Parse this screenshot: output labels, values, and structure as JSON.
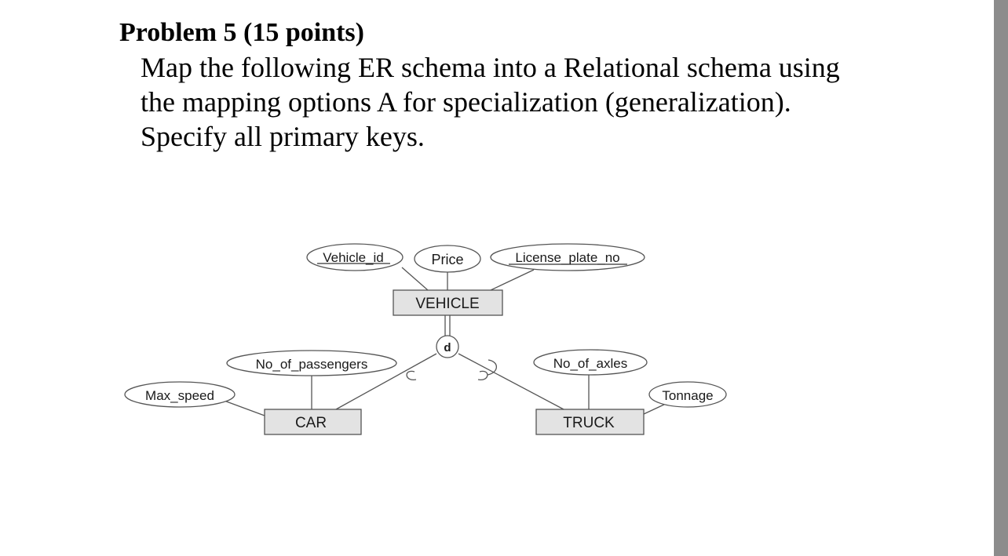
{
  "problem": {
    "title": "Problem 5 (15 points)",
    "lines": [
      "Map the following ER schema into a Relational schema using",
      "the mapping options A for specialization (generalization).",
      "Specify all primary keys."
    ]
  },
  "diagram": {
    "entities": {
      "vehicle": "VEHICLE",
      "car": "CAR",
      "truck": "TRUCK"
    },
    "attributes": {
      "vehicle_id": "Vehicle_id",
      "price": "Price",
      "license_plate_no": "License_plate_no",
      "no_of_passengers": "No_of_passengers",
      "max_speed": "Max_speed",
      "no_of_axles": "No_of_axles",
      "tonnage": "Tonnage"
    },
    "disjoint_symbol": "d",
    "colors": {
      "entity_fill": "#e3e3e3",
      "stroke": "#555555"
    }
  }
}
